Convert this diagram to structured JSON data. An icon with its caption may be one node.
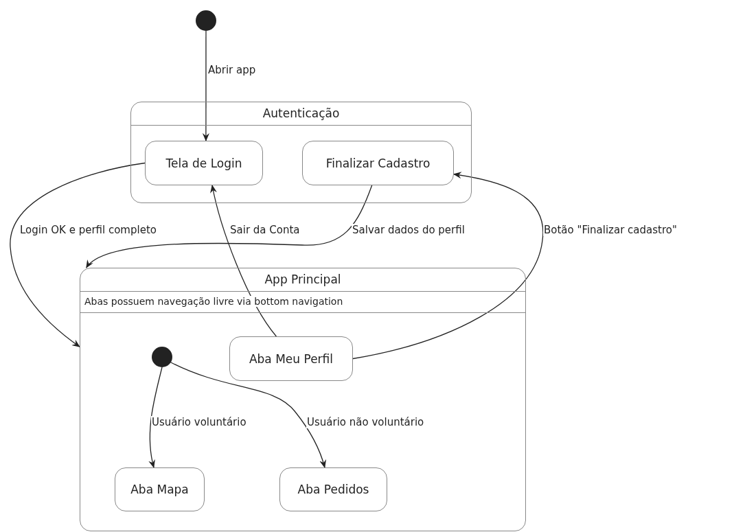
{
  "diagram": {
    "nodes": [
      {
        "text": [],
        "shape": "circle"
      },
      {
        "text": [
          "Autenticação"
        ]
      },
      {
        "text": [
          "Tela de Login"
        ],
        "in": 1
      },
      {
        "text": [
          "Finalizar Cadastro"
        ],
        "in": 1
      },
      {
        "text": [
          "App Principal",
          "Abas possuem navegação livre via bottom navigation"
        ]
      },
      {
        "text": [],
        "shape": "circle",
        "in": 4
      },
      {
        "text": [
          "Aba Meu Perfil"
        ],
        "in": 4
      },
      {
        "text": [
          "Aba Mapa"
        ],
        "in": 4
      },
      {
        "text": [
          "Aba Pedidos"
        ],
        "in": 4
      }
    ],
    "edges": [
      {
        "from": 0,
        "to": 2,
        "arrow": "to",
        "label": "Abrir app"
      },
      {
        "from": 2,
        "to": 4,
        "arrow": "to",
        "label": "Login OK e perfil completo"
      },
      {
        "from": 6,
        "to": 2,
        "arrow": "to",
        "label": "Sair da Conta"
      },
      {
        "from": 3,
        "to": 4,
        "arrow": "to",
        "label": "Salvar dados do perfil"
      },
      {
        "from": 6,
        "to": 3,
        "arrow": "to",
        "label": "Botão \"Finalizar cadastro\""
      },
      {
        "from": 5,
        "to": 7,
        "arrow": "to",
        "label": "Usuário voluntário"
      },
      {
        "from": 5,
        "to": 8,
        "arrow": "to",
        "label": "Usuário não voluntário"
      }
    ]
  }
}
